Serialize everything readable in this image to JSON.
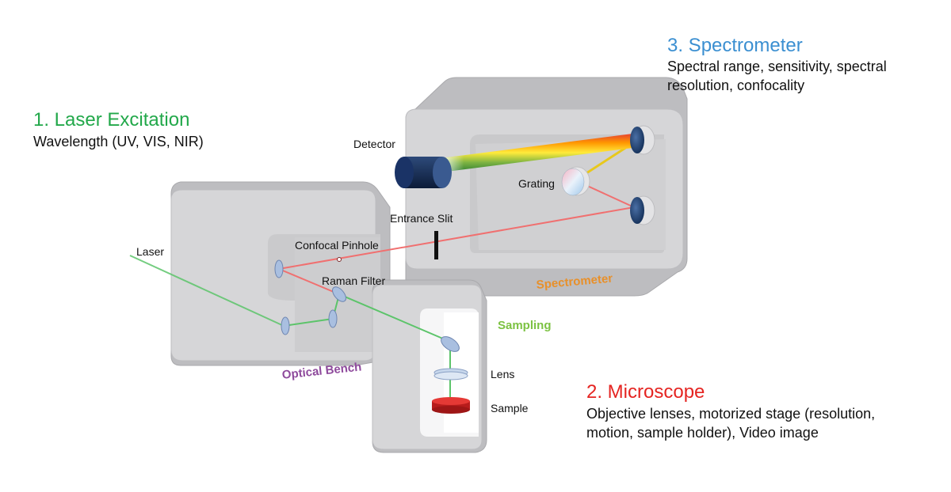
{
  "sections": {
    "laser": {
      "title": "1. Laser Excitation",
      "desc": "Wavelength (UV, VIS, NIR)"
    },
    "microscope": {
      "title": "2. Microscope",
      "desc_line1": "Objective lenses, motorized stage (resolution,",
      "desc_line2": "motion, sample holder), Video image"
    },
    "spectrometer": {
      "title": "3. Spectrometer",
      "desc_line1": "Spectral range, sensitivity, spectral",
      "desc_line2": "resolution, confocality"
    }
  },
  "labels": {
    "detector": "Detector",
    "grating": "Grating",
    "entrance_slit": "Entrance Slit",
    "confocal_pinhole": "Confocal Pinhole",
    "laser": "Laser",
    "raman_filter": "Raman Filter",
    "lens": "Lens",
    "sample": "Sample"
  },
  "module_labels": {
    "spectrometer": "Spectrometer",
    "sampling": "Sampling",
    "optical_bench": "Optical Bench"
  },
  "colors": {
    "laser_title": "#22a84a",
    "microscope_title": "#e52421",
    "spectrometer_title": "#3b8fd1",
    "spectrometer_label": "#e8902a",
    "sampling_label": "#7cc242",
    "optical_bench_label": "#8e4a9c",
    "laser_beam": "#5cc46a",
    "raman_beam": "#f07070",
    "box_face": "#d4d4d6",
    "box_side": "#b9b9bc",
    "cavity": "#cfcfd1"
  }
}
